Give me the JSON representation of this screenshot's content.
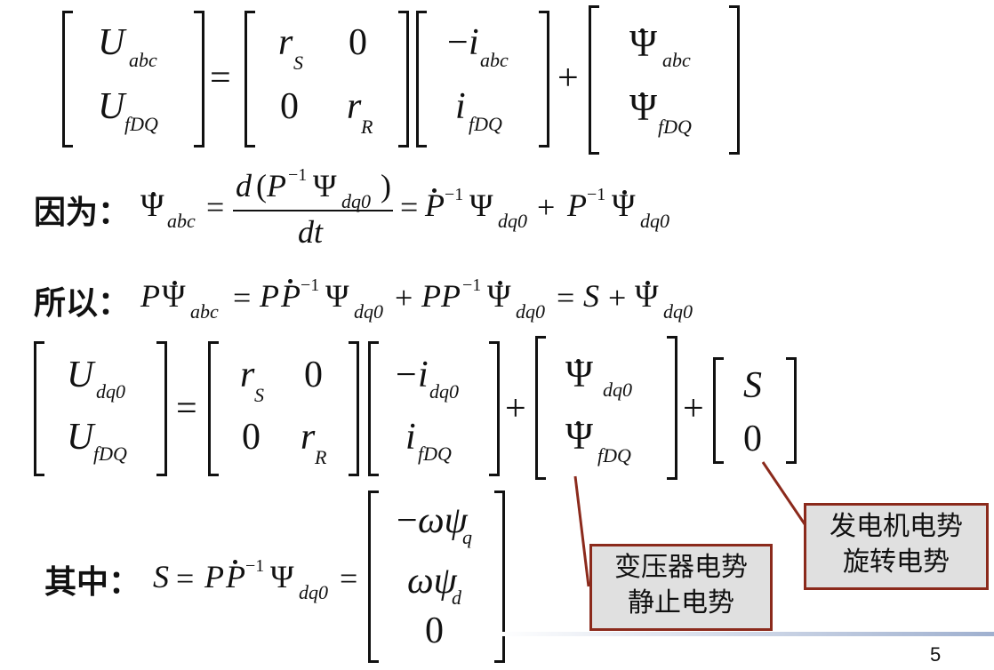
{
  "labels": {
    "because": "因为：",
    "therefore": "所以：",
    "where": "其中："
  },
  "notes": {
    "transformer_emf_line1": "变压器电势",
    "transformer_emf_line2": "静止电势",
    "rotational_emf_line1": "发电机电势",
    "rotational_emf_line2": "旋转电势"
  },
  "page_number": "5",
  "colors": {
    "note_border": "#8b2a1c",
    "note_bg": "#e0e0e0",
    "footer_bar": "#9fb0cf"
  }
}
